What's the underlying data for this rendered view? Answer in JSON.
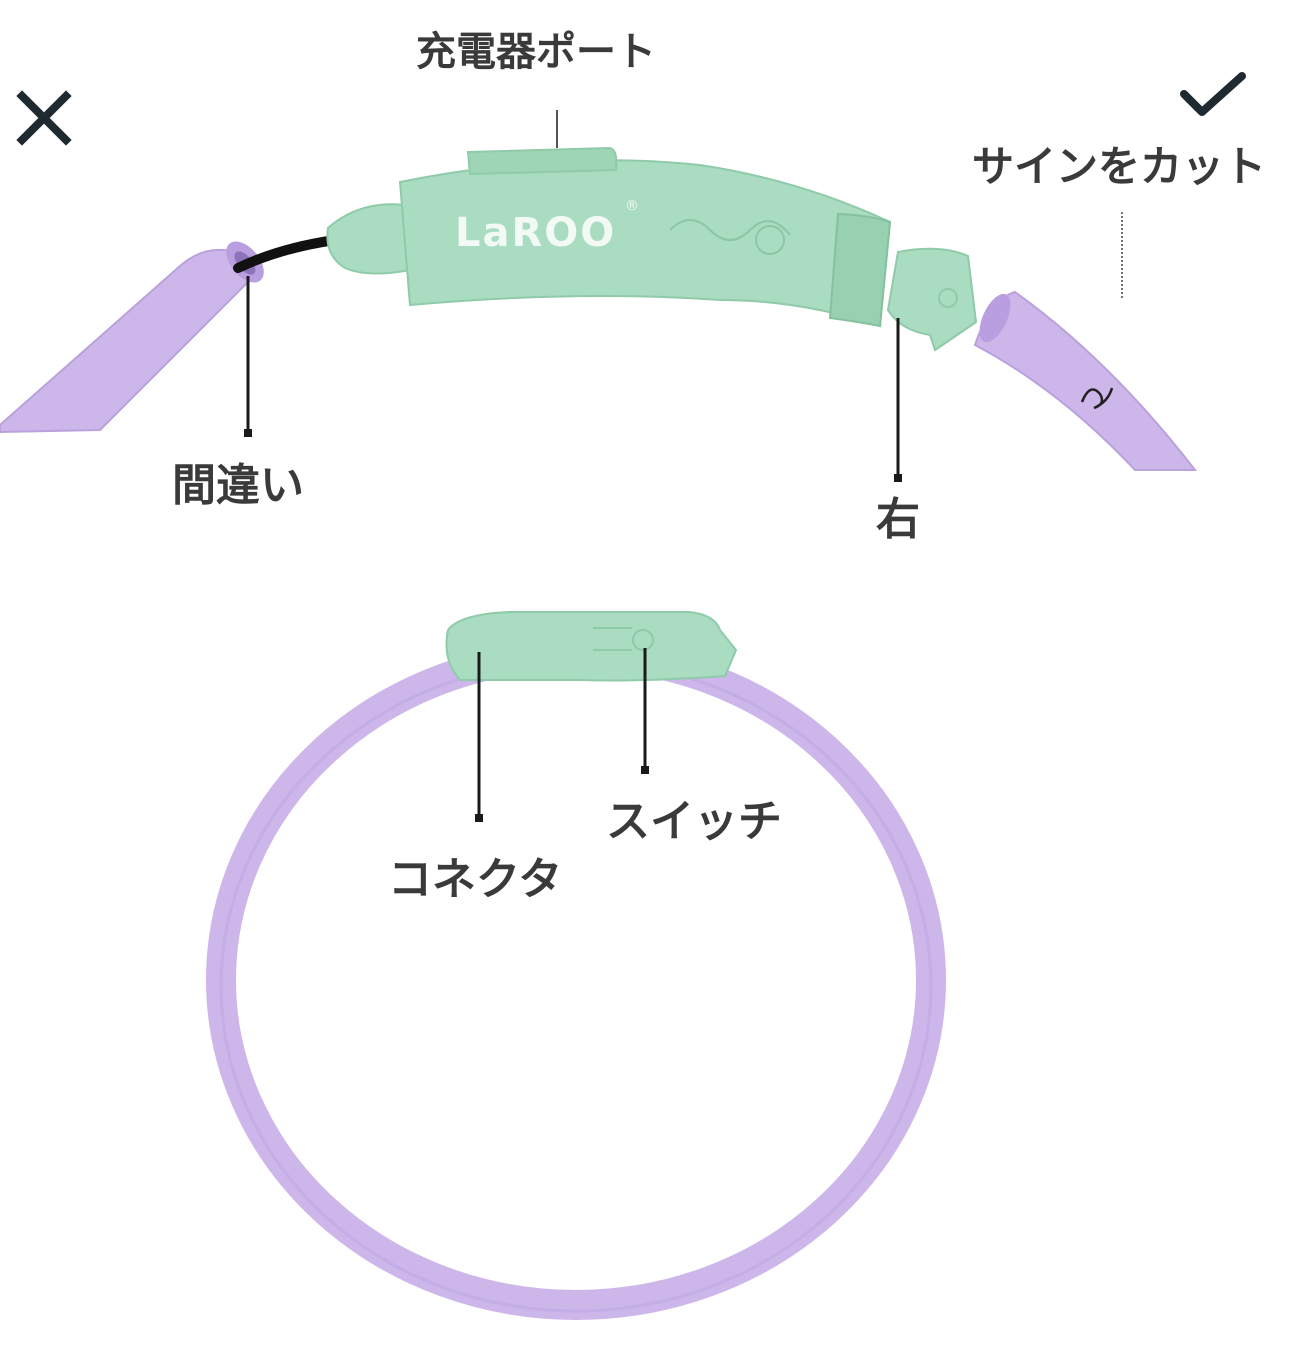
{
  "labels": {
    "charger_port": "充電器ポート",
    "cut_sign": "サインをカット",
    "wrong": "間違い",
    "right": "右",
    "switch": "スイッチ",
    "connector": "コネクタ"
  },
  "brand": {
    "logo": "LaROO",
    "registered": "®"
  },
  "icons": {
    "wrong": "cross-icon",
    "right": "check-icon"
  },
  "colors": {
    "collar": "#cdb6ea",
    "collar_shade": "#b99ee0",
    "device": "#a9dcc0",
    "device_shade": "#8fcaa9",
    "label_text": "#3a3a3a",
    "leader_line": "#1a1a1a"
  }
}
